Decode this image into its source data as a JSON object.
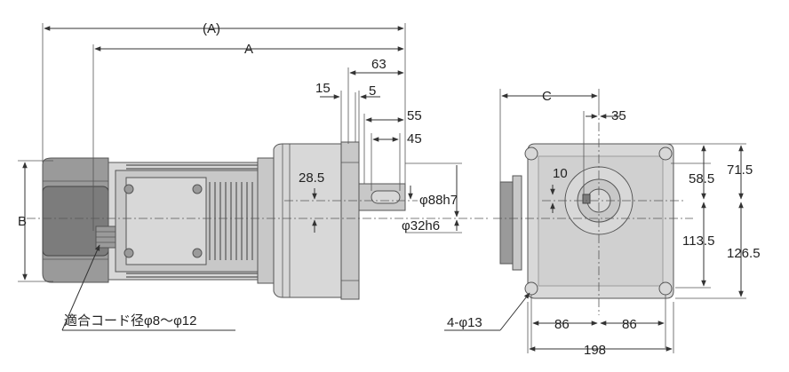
{
  "colors": {
    "line": "#333333",
    "body_dark": "#7c7c7c",
    "body_mid": "#9a9a9a",
    "body_light": "#c8c8c8"
  },
  "side_view": {
    "overall_length_label": "(A)",
    "length_label": "A",
    "height_label": "B",
    "dim_63": "63",
    "dim_15": "15",
    "dim_5": "5",
    "dim_55": "55",
    "dim_45": "45",
    "dim_28_5": "28.5",
    "key_width": "φ88h7",
    "shaft_dia": "φ32h6",
    "cord_note": "適合コード径φ8～φ12"
  },
  "end_view": {
    "c_label": "C",
    "dim_35": "35",
    "dim_10": "10",
    "dim_58_5": "58.5",
    "dim_71_5": "71.5",
    "dim_113_5": "113.5",
    "dim_126_5": "126.5",
    "dim_86_left": "86",
    "dim_86_right": "86",
    "dim_198": "198",
    "holes": "4-φ13"
  }
}
